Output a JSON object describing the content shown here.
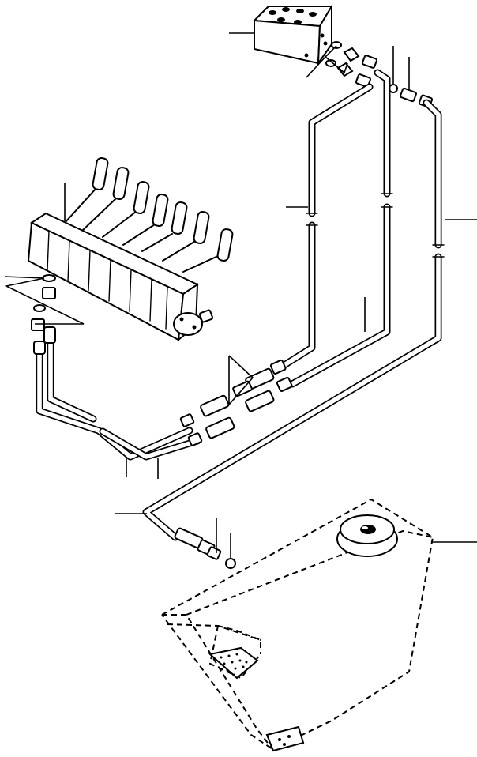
{
  "figure": {
    "colors": {
      "ink": "#000000",
      "paper": "#ffffff"
    },
    "components": [
      "valve-block",
      "control-valve-with-levers",
      "hydraulic-tank",
      "hose-lines",
      "fittings"
    ],
    "callout_labels": []
  }
}
